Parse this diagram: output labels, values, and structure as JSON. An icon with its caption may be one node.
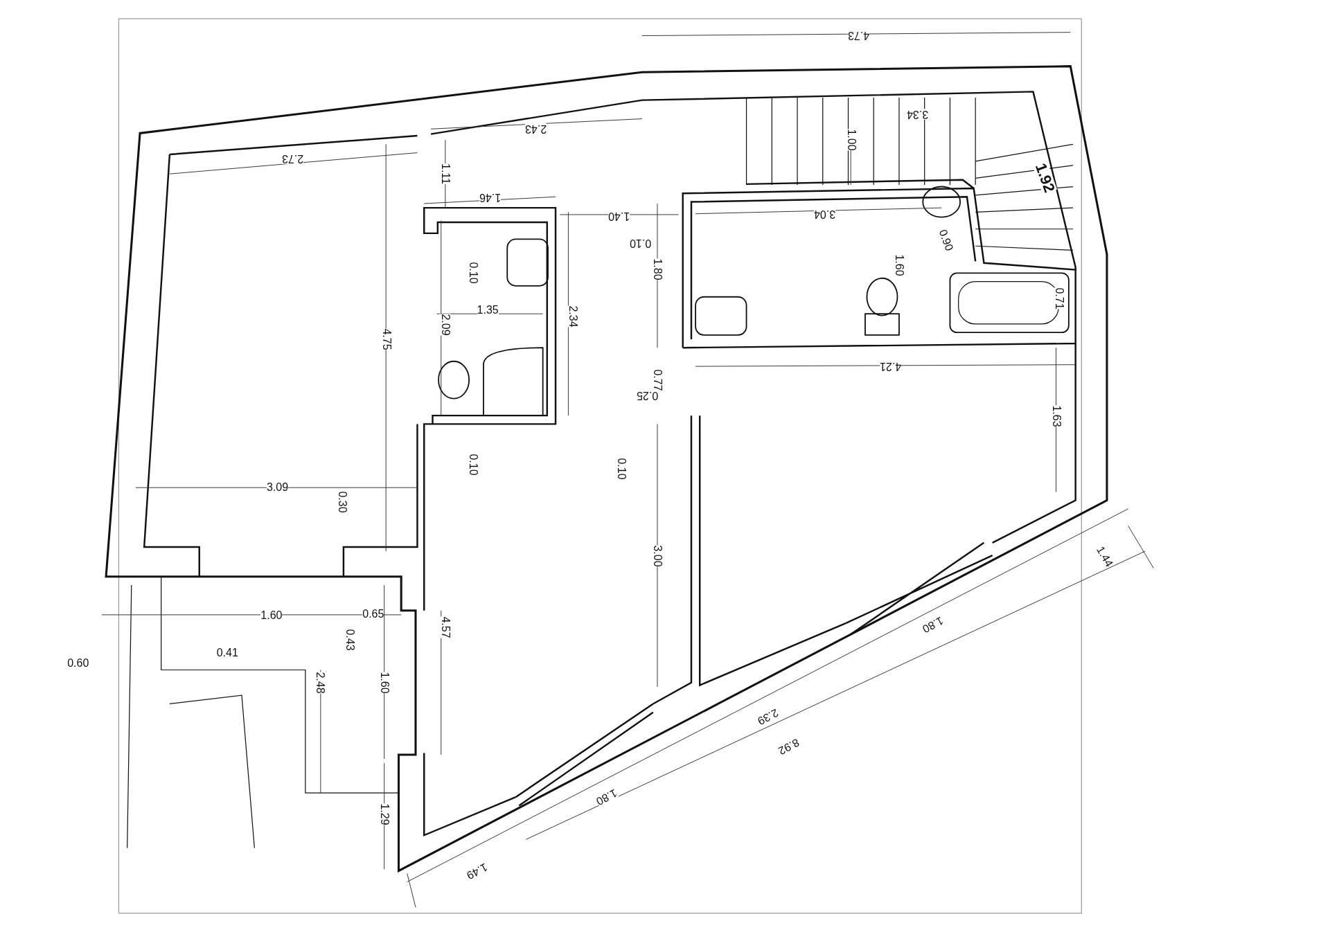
{
  "diagram": {
    "labels": [
      "4.73",
      "2.43",
      "3.34",
      "2.73",
      "1.00",
      "1.11",
      "1.92",
      "1.46",
      "1.40",
      "3.04",
      "0.10",
      "0.10",
      "0.90",
      "1.80",
      "1.60",
      "4.75",
      "1.35",
      "2.34",
      "0.71",
      "2.09",
      "4.21",
      "0.77",
      "0.25",
      "1.63",
      "0.10",
      "0.10",
      "3.09",
      "0.30",
      "3.00",
      "1.44",
      "1.60",
      "0.65",
      "0.43",
      "4.57",
      "0.60",
      "0.41",
      "1.80",
      "2.48",
      "1.60",
      "2.39",
      "8.92",
      "1.80",
      "1.29",
      "1.49"
    ]
  }
}
